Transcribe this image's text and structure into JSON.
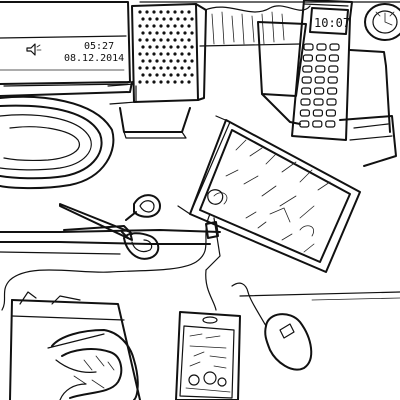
{
  "monitor": {
    "clock_time": "05:27",
    "clock_date": "08.12.2014",
    "speaker_icon": "speaker-icon"
  },
  "phone": {
    "display_time": "10:07"
  },
  "objects": [
    "monitor",
    "speaker",
    "cordless-phone",
    "phone-base",
    "scissors",
    "framed-picture",
    "keyboard",
    "hand-with-pen",
    "smartphone",
    "computer-mouse",
    "usb-cable"
  ]
}
